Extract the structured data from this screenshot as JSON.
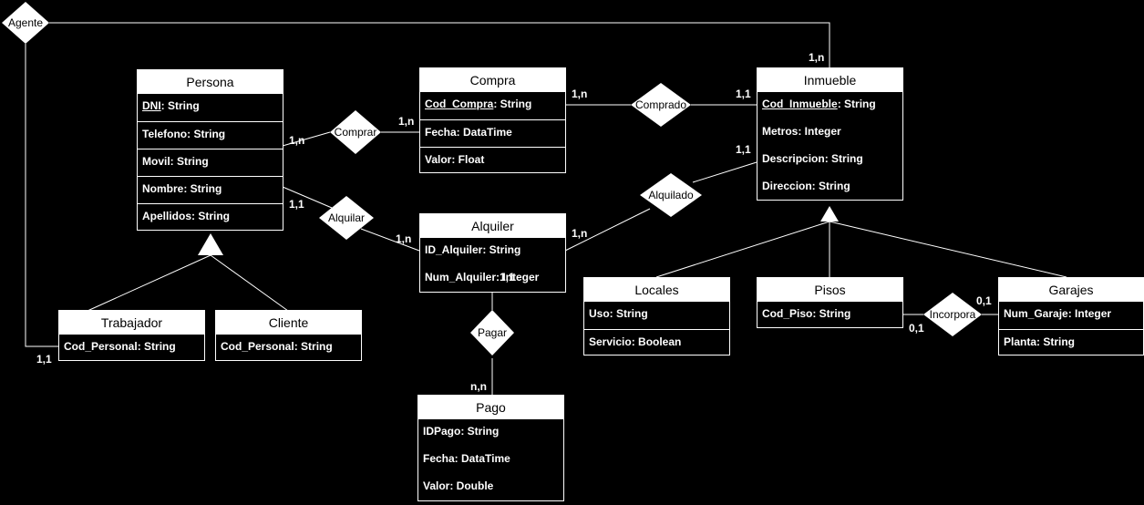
{
  "entities": {
    "persona": {
      "title": "Persona",
      "attrs": [
        {
          "key": "DNI",
          "rest": ": String",
          "pk": true
        },
        {
          "text": "Telefono: String"
        },
        {
          "text": "Movil: String"
        },
        {
          "text": "Nombre: String"
        },
        {
          "text": "Apellidos: String"
        }
      ]
    },
    "compra": {
      "title": "Compra",
      "attrs": [
        {
          "key": "Cod_Compra",
          "rest": ": String",
          "pk": true
        },
        {
          "text": "Fecha: DataTime"
        },
        {
          "text": "Valor: Float"
        }
      ]
    },
    "inmueble": {
      "title": "Inmueble",
      "attrs": [
        {
          "key": "Cod_Inmueble",
          "rest": ": String",
          "pk": true
        },
        {
          "text": "Metros: Integer"
        },
        {
          "text": "Descripcion: String"
        },
        {
          "text": "Direccion: String"
        }
      ]
    },
    "alquiler": {
      "title": "Alquiler",
      "attrs": [
        {
          "text": "ID_Alquiler: String"
        },
        {
          "text": "Num_Alquiler: Integer"
        }
      ]
    },
    "trabajador": {
      "title": "Trabajador",
      "attrs": [
        {
          "text": "Cod_Personal: String"
        }
      ]
    },
    "cliente": {
      "title": "Cliente",
      "attrs": [
        {
          "text": "Cod_Personal: String"
        }
      ]
    },
    "locales": {
      "title": "Locales",
      "attrs": [
        {
          "text": "Uso: String"
        },
        {
          "text": "Servicio: Boolean"
        }
      ]
    },
    "pisos": {
      "title": "Pisos",
      "attrs": [
        {
          "text": "Cod_Piso: String"
        }
      ]
    },
    "garajes": {
      "title": "Garajes",
      "attrs": [
        {
          "text": "Num_Garaje: Integer"
        },
        {
          "text": "Planta: String"
        }
      ]
    },
    "pago": {
      "title": "Pago",
      "attrs": [
        {
          "text": "IDPago: String"
        },
        {
          "text": "Fecha: DataTime"
        },
        {
          "text": "Valor: Double"
        }
      ]
    }
  },
  "relations": {
    "agente": "Agente",
    "comprar": "Comprar",
    "comprado": "Comprado",
    "alquilar": "Alquilar",
    "alquilado": "Alquilado",
    "pagar": "Pagar",
    "incorpora": "Incorpora"
  },
  "cardinalities": {
    "agente_inmueble": "1,n",
    "agente_trabajador": "1,1",
    "comprar_persona": "1,n",
    "comprar_compra": "1,n",
    "comprado_compra": "1,n",
    "comprado_inmueble": "1,1",
    "alquilado_inmueble": "1,1",
    "alquilado_alquiler": "1,n",
    "alquilar_persona": "1,1",
    "alquilar_alquiler": "1,n",
    "pagar_alquiler": "1,1",
    "pagar_pago": "n,n",
    "incorpora_garajes": "0,1",
    "incorpora_pisos": "0,1"
  }
}
